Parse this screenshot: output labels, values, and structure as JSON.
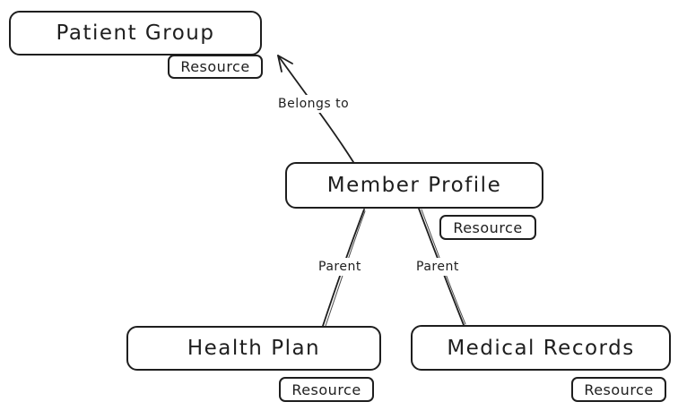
{
  "diagram": {
    "type": "entity-relationship",
    "background": "#ffffff",
    "stroke_color": "#1e1e1e",
    "nodes": [
      {
        "id": "patient-group",
        "label": "Patient Group",
        "badge": "Resource"
      },
      {
        "id": "member-profile",
        "label": "Member Profile",
        "badge": "Resource"
      },
      {
        "id": "health-plan",
        "label": "Health Plan",
        "badge": "Resource"
      },
      {
        "id": "medical-records",
        "label": "Medical Records",
        "badge": "Resource"
      }
    ],
    "edges": [
      {
        "from": "Member Profile",
        "to": "Patient Group",
        "label": "Belongs to",
        "arrow": true
      },
      {
        "from": "Health Plan",
        "to": "Member Profile",
        "label": "Parent",
        "arrow": false
      },
      {
        "from": "Medical Records",
        "to": "Member Profile",
        "label": "Parent",
        "arrow": false
      }
    ]
  }
}
